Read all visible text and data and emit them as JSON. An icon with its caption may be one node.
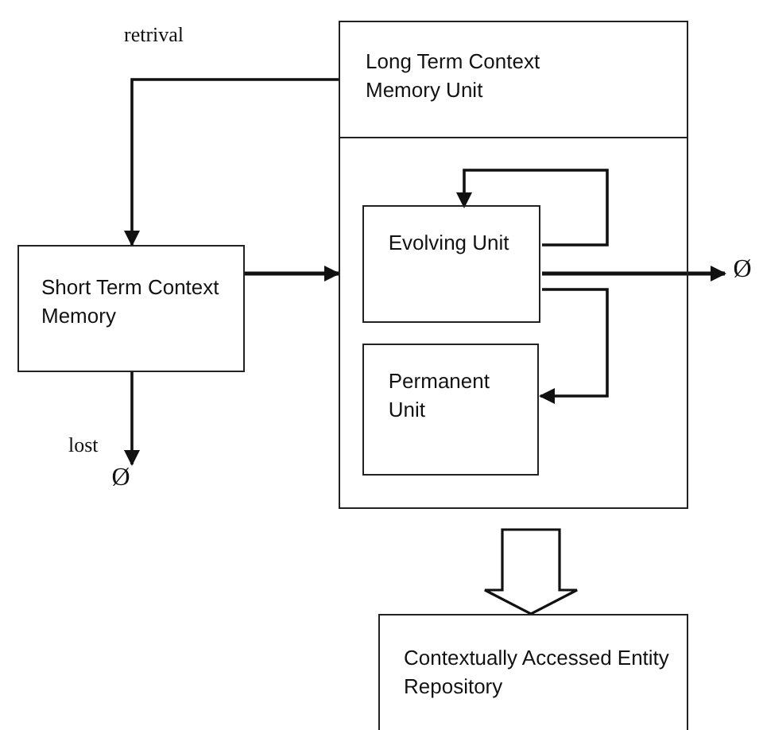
{
  "diagram": {
    "nodes": [
      {
        "text": [
          "Long Term Context Memory Unit"
        ]
      },
      {
        "text": [
          "Evolving Unit"
        ],
        "in": 0
      },
      {
        "text": [
          "Permanent Unit"
        ],
        "in": 0
      },
      {
        "text": [
          "Short Term Context Memory"
        ]
      },
      {
        "text": [
          "Ø"
        ]
      },
      {
        "text": [
          "Ø"
        ]
      },
      {
        "text": [
          "Contextually Accessed Entity Repository"
        ]
      }
    ],
    "edges": [
      {
        "from": 0,
        "to": 3,
        "arrow": "to",
        "label": "retrival"
      },
      {
        "from": 3,
        "to": 0,
        "arrow": "to"
      },
      {
        "from": 1,
        "to": 1,
        "arrow": "to"
      },
      {
        "from": 1,
        "to": 2,
        "arrow": "to"
      },
      {
        "from": 1,
        "to": 4,
        "arrow": "to"
      },
      {
        "from": 3,
        "to": 5,
        "arrow": "to",
        "label": "lost"
      },
      {
        "from": 0,
        "to": 6,
        "arrow": "to",
        "style": "thick"
      }
    ]
  }
}
